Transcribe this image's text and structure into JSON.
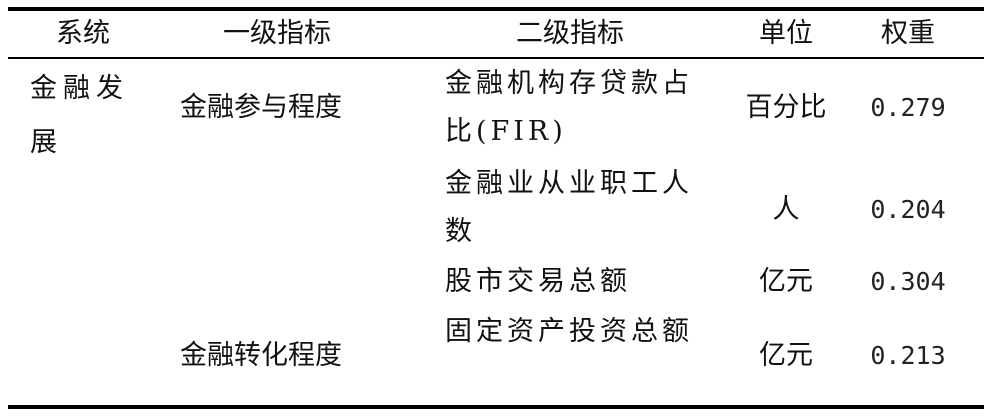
{
  "header": {
    "system": "系统",
    "level1": "一级指标",
    "level2": "二级指标",
    "unit": "单位",
    "weight": "权重"
  },
  "system": "金融发展",
  "level1": [
    "金融参与程度",
    "金融转化程度"
  ],
  "rows": [
    {
      "level2": "金融机构存贷款占比(FIR)",
      "unit": "百分比",
      "weight": "0.279"
    },
    {
      "level2": "金融业从业职工人数",
      "unit": "人",
      "weight": "0.204"
    },
    {
      "level2": "股市交易总额",
      "unit": "亿元",
      "weight": "0.304"
    },
    {
      "level2": "固定资产投资总额",
      "unit": "亿元",
      "weight": "0.213"
    }
  ]
}
